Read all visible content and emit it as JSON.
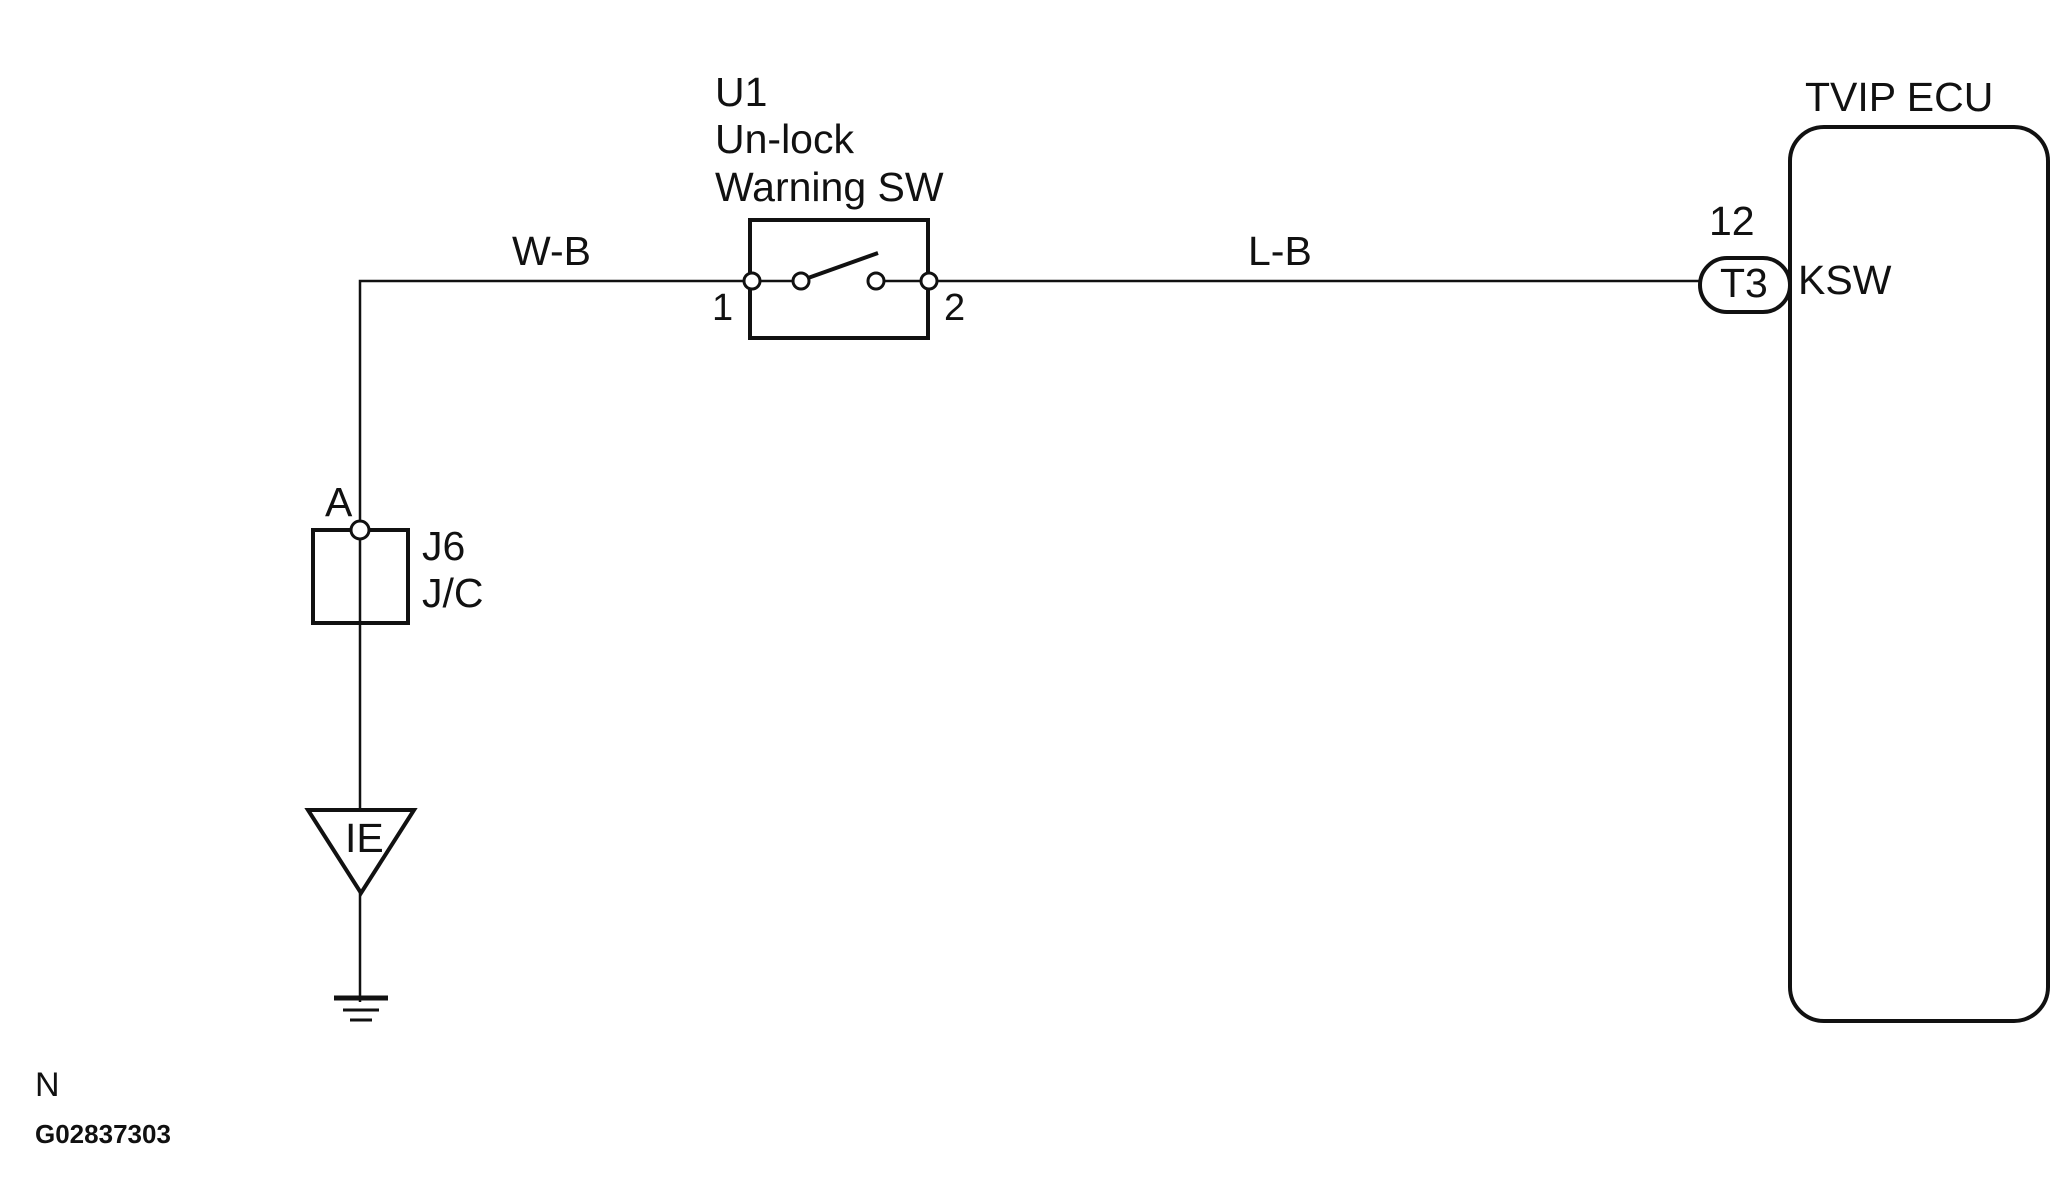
{
  "switch": {
    "code": "U1",
    "name_line1": "Un-lock",
    "name_line2": "Warning SW",
    "pin_left": "1",
    "pin_right": "2"
  },
  "wires": {
    "left": "W-B",
    "right": "L-B"
  },
  "junction": {
    "terminal": "A",
    "code": "J6",
    "name": "J/C"
  },
  "ground": {
    "code": "IE"
  },
  "ecu": {
    "title": "TVIP ECU",
    "pin_number": "12",
    "connector": "T3",
    "signal": "KSW"
  },
  "footer": {
    "region": "N",
    "figure_id": "G02837303"
  }
}
